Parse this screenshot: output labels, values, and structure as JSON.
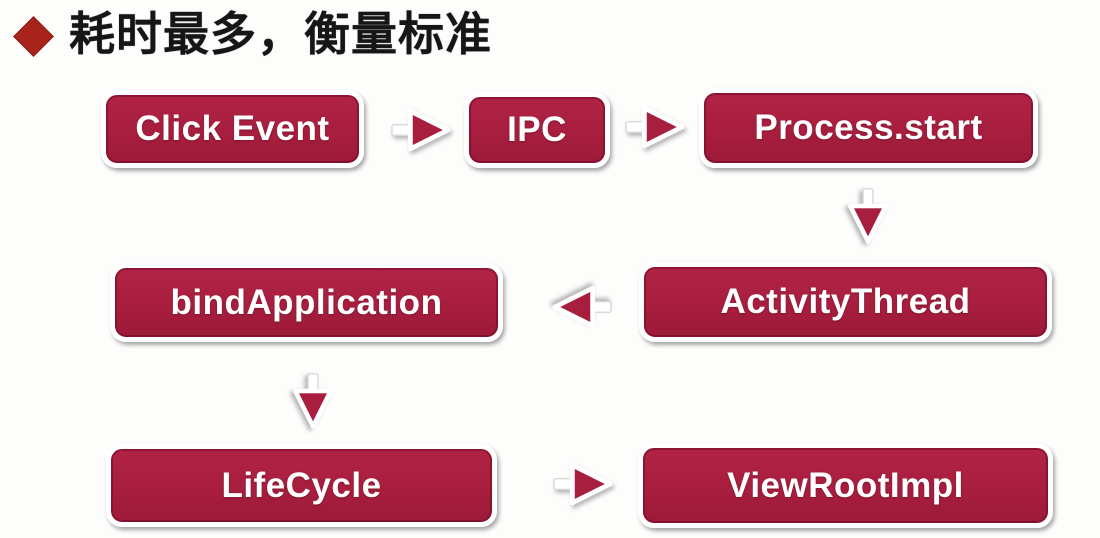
{
  "title": {
    "bullet_icon": "diamond-bullet-icon",
    "text": "耗时最多，衡量标准"
  },
  "flow": {
    "nodes": [
      {
        "id": "click-event",
        "label": "Click Event"
      },
      {
        "id": "ipc",
        "label": "IPC"
      },
      {
        "id": "process-start",
        "label": "Process.start"
      },
      {
        "id": "activity-thread",
        "label": "ActivityThread"
      },
      {
        "id": "bind-application",
        "label": "bindApplication"
      },
      {
        "id": "life-cycle",
        "label": "LifeCycle"
      },
      {
        "id": "view-root-impl",
        "label": "ViewRootImpl"
      }
    ],
    "edges": [
      {
        "from": "click-event",
        "to": "ipc",
        "direction": "right"
      },
      {
        "from": "ipc",
        "to": "process-start",
        "direction": "right"
      },
      {
        "from": "process-start",
        "to": "activity-thread",
        "direction": "down"
      },
      {
        "from": "activity-thread",
        "to": "bind-application",
        "direction": "left"
      },
      {
        "from": "bind-application",
        "to": "life-cycle",
        "direction": "down"
      },
      {
        "from": "life-cycle",
        "to": "view-root-impl",
        "direction": "right"
      }
    ]
  },
  "colors": {
    "box_fill": "#a81e3e",
    "box_border": "#ffffff",
    "box_text": "#ffffff",
    "title_text": "#161616",
    "diamond_bullet": "#a8231a",
    "background": "#fdfdfc"
  }
}
